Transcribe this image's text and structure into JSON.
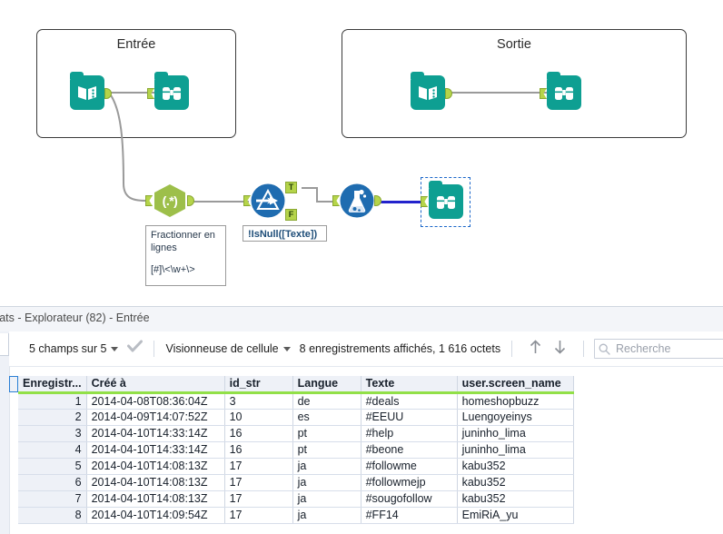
{
  "canvas": {
    "containers": [
      {
        "id": "entree",
        "title": "Entrée"
      },
      {
        "id": "sortie",
        "title": "Sortie"
      }
    ],
    "tools": [
      {
        "name": "input-data-tool-entree",
        "icon": "book-icon"
      },
      {
        "name": "browse-tool-entree",
        "icon": "binoculars-icon"
      },
      {
        "name": "input-data-tool-sortie",
        "icon": "book-icon"
      },
      {
        "name": "browse-tool-sortie",
        "icon": "binoculars-icon"
      },
      {
        "name": "regex-tool",
        "icon": "regex-hexagon-icon",
        "label": "(.*)"
      },
      {
        "name": "filter-tool",
        "icon": "filter-triangle-icon",
        "out_true": "T",
        "out_false": "F"
      },
      {
        "name": "sample-tool",
        "icon": "flask-icon"
      },
      {
        "name": "browse-tool-selected",
        "icon": "binoculars-icon",
        "selected": true
      }
    ],
    "annotations": [
      {
        "name": "regex-annotation",
        "line1": "Fractionner en",
        "line2": "lignes",
        "line3": "[#]\\<\\w+\\>"
      },
      {
        "name": "filter-annotation",
        "text": "!IsNull([Texte])"
      }
    ],
    "colors": {
      "tool_teal": "#0e9f92",
      "tool_blue": "#1f6cb0",
      "tool_green": "#9dbf4a",
      "anchor_green": "#b5d44a",
      "selection_blue": "#1a66c9"
    }
  },
  "results": {
    "title": "ultats - Explorateur (82) - Entrée",
    "toolbar": {
      "fields_label": "5 champs sur 5",
      "check_icon": "check-icon",
      "viewer_label": "Visionneuse de cellule",
      "records_label": "8 enregistrements affichés, 1 616 octets",
      "up_arrow": "arrow-up-icon",
      "down_arrow": "arrow-down-icon"
    },
    "search": {
      "placeholder": "Recherche",
      "value": "",
      "icon": "search-icon"
    },
    "grid": {
      "columns": [
        {
          "key": "rownum",
          "label": "Enregistr...",
          "width": 74
        },
        {
          "key": "created",
          "label": "Créé à",
          "width": 152
        },
        {
          "key": "id_str",
          "label": "id_str",
          "width": 75
        },
        {
          "key": "langue",
          "label": "Langue",
          "width": 75
        },
        {
          "key": "texte",
          "label": "Texte",
          "width": 106
        },
        {
          "key": "screen_name",
          "label": "user.screen_name",
          "width": 128
        }
      ],
      "rows": [
        {
          "rownum": "1",
          "created": "2014-04-08T08:36:04Z",
          "id_str": "3",
          "langue": "de",
          "texte": "#deals",
          "screen_name": "homeshopbuzz"
        },
        {
          "rownum": "2",
          "created": "2014-04-09T14:07:52Z",
          "id_str": "10",
          "langue": "es",
          "texte": "#EEUU",
          "screen_name": "Luengoyeinys"
        },
        {
          "rownum": "3",
          "created": "2014-04-10T14:33:14Z",
          "id_str": "16",
          "langue": "pt",
          "texte": "#help",
          "screen_name": "juninho_lima"
        },
        {
          "rownum": "4",
          "created": "2014-04-10T14:33:14Z",
          "id_str": "16",
          "langue": "pt",
          "texte": "#beone",
          "screen_name": "juninho_lima"
        },
        {
          "rownum": "5",
          "created": "2014-04-10T14:08:13Z",
          "id_str": "17",
          "langue": "ja",
          "texte": "#followme",
          "screen_name": "kabu352"
        },
        {
          "rownum": "6",
          "created": "2014-04-10T14:08:13Z",
          "id_str": "17",
          "langue": "ja",
          "texte": "#followmejp",
          "screen_name": "kabu352"
        },
        {
          "rownum": "7",
          "created": "2014-04-10T14:08:13Z",
          "id_str": "17",
          "langue": "ja",
          "texte": "#sougofollow",
          "screen_name": "kabu352"
        },
        {
          "rownum": "8",
          "created": "2014-04-10T14:09:54Z",
          "id_str": "17",
          "langue": "ja",
          "texte": "#FF14",
          "screen_name": "EmiRiA_yu"
        }
      ],
      "header_underline_color": "#92e048"
    }
  }
}
